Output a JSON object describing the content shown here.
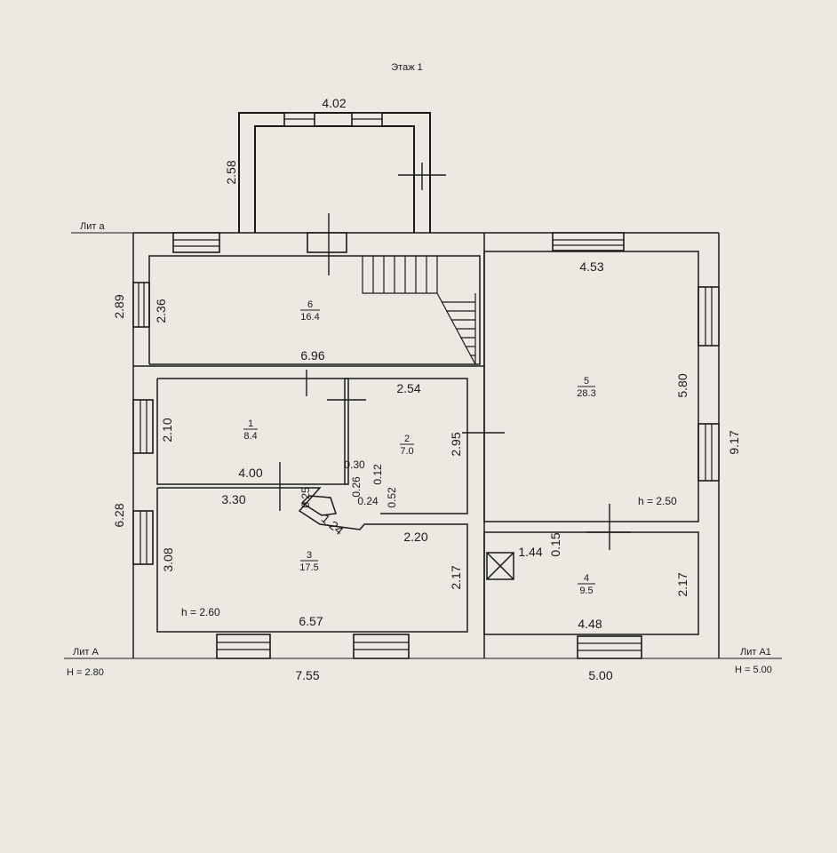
{
  "title": "Этаж 1",
  "outline_dims": {
    "porch_width": "4.02",
    "porch_depth": "2.58",
    "lit_a_height": "2.89",
    "lower_left_height": "6.28",
    "total_right_height": "9.17",
    "bottom_left": "7.55",
    "bottom_right": "5.00"
  },
  "rooms": {
    "r1": {
      "number": "1",
      "area": "8.4"
    },
    "r2": {
      "number": "2",
      "area": "7.0"
    },
    "r3": {
      "number": "3",
      "area": "17.5"
    },
    "r4": {
      "number": "4",
      "area": "9.5"
    },
    "r5": {
      "number": "5",
      "area": "28.3"
    },
    "r6": {
      "number": "6",
      "area": "16.4"
    }
  },
  "room_dims": {
    "r6_height": "2.36",
    "r6_width": "6.96",
    "r1_height": "2.10",
    "r1_width": "4.00",
    "r2_width": "2.54",
    "r2_height": "2.95",
    "r3_top": "3.30",
    "r3_left": "3.08",
    "r3_right": "2.17",
    "r3_bottom": "6.57",
    "r3_step": "2.20",
    "r3_diag": "1.24",
    "r5_width": "4.53",
    "r5_height": "5.80",
    "r4_width": "4.48",
    "r4_height": "2.17",
    "r4_boiler": "1.44",
    "r4_gap": "0.15",
    "small_030": "0.30",
    "small_026": "0.26",
    "small_012": "0.12",
    "small_025": "0.25",
    "small_024": "0.24",
    "small_052": "0.52"
  },
  "heights": {
    "r5": "h = 2.50",
    "r3": "h = 2.60"
  },
  "lit_labels": {
    "lit_a_small": "Лит а",
    "lit_a_big": "Лит А",
    "lit_a_big_h": "Н = 2.80",
    "lit_a1": "Лит А1",
    "lit_a1_h": "Н = 5.00"
  }
}
